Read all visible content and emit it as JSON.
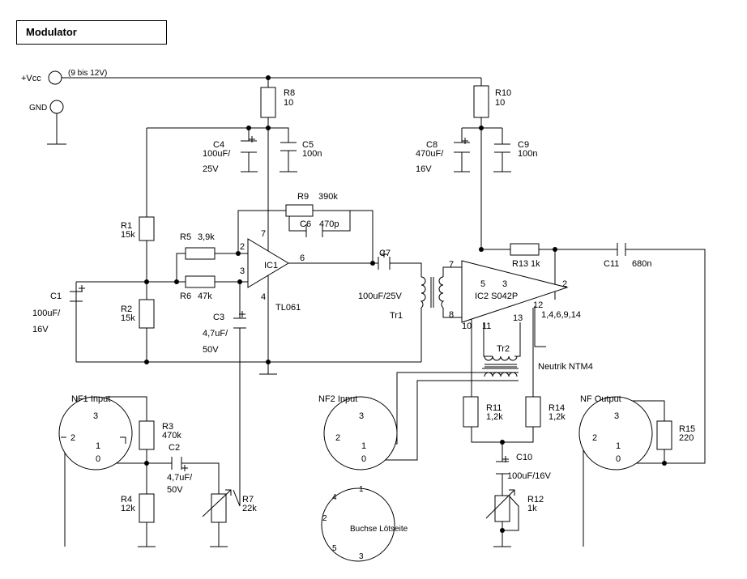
{
  "title": "Modulator",
  "power": {
    "vcc": "+Vcc",
    "vcc_range": "(9 bis 12V)",
    "gnd": "GND"
  },
  "components": {
    "r1": [
      "R1",
      "15k"
    ],
    "r2": [
      "R2",
      "15k"
    ],
    "r3": [
      "R3",
      "470k"
    ],
    "r4": [
      "R4",
      "12k"
    ],
    "r5": [
      "R5",
      "3,9k"
    ],
    "r6": [
      "R6",
      "47k"
    ],
    "r7": [
      "R7",
      "22k"
    ],
    "r8": [
      "R8",
      "10"
    ],
    "r9": [
      "R9",
      "390k"
    ],
    "r10": [
      "R10",
      "10"
    ],
    "r11": [
      "R11",
      "1,2k"
    ],
    "r12": [
      "R12",
      "1k"
    ],
    "r13": [
      "R13",
      "1k"
    ],
    "r14": [
      "R14",
      "1,2k"
    ],
    "r15": [
      "R15",
      "220"
    ],
    "c1": [
      "C1",
      "100uF/",
      "16V"
    ],
    "c2": [
      "C2",
      "4,7uF/",
      "50V"
    ],
    "c3": [
      "C3",
      "4,7uF/",
      "50V"
    ],
    "c4": [
      "C4",
      "100uF/",
      "25V"
    ],
    "c5": [
      "C5",
      "100n"
    ],
    "c6": [
      "C6",
      "470p"
    ],
    "c7": [
      "C7",
      "100uF/25V"
    ],
    "c8": [
      "C8",
      "470uF/",
      "16V"
    ],
    "c9": [
      "C9",
      "100n"
    ],
    "c10": [
      "C10",
      "100uF/16V"
    ],
    "c11": [
      "C11",
      "680n"
    ]
  },
  "ic1": {
    "name": "IC1",
    "part": "TL061",
    "pins": [
      "2",
      "3",
      "6",
      "7",
      "4"
    ]
  },
  "ic2": {
    "name": "IC2 S042P",
    "pins": [
      "7",
      "8",
      "5",
      "3",
      "2",
      "10",
      "11",
      "13",
      "12"
    ],
    "gnd_pins": "1,4,6,9,14"
  },
  "transformers": {
    "tr1": "Tr1",
    "tr2": "Tr2"
  },
  "connectors": {
    "nf1": {
      "label": "NF1 Input",
      "pins": [
        "3",
        "2",
        "1",
        "0"
      ]
    },
    "nf2": {
      "label": "NF2 Input",
      "pins": [
        "3",
        "2",
        "1",
        "0"
      ]
    },
    "nfout": {
      "label": "NF Output",
      "pins": [
        "3",
        "2",
        "1",
        "0"
      ]
    },
    "neutrik": "Neutrik NTM4",
    "socket": {
      "label": "Buchse Lötseite",
      "pins": [
        "1",
        "2",
        "3",
        "4",
        "5"
      ]
    }
  }
}
